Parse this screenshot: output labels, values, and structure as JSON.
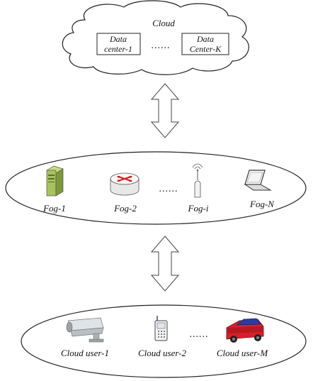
{
  "cloud": {
    "title": "Cloud",
    "dc1_line1": "Data",
    "dc1_line2": "center-1",
    "dcK_line1": "Data",
    "dcK_line2": "Center-K",
    "ellipsis": "......"
  },
  "fog": {
    "nodes": [
      {
        "label": "Fog-1",
        "icon": "server-icon"
      },
      {
        "label": "Fog-2",
        "icon": "router-icon"
      },
      {
        "label": "Fog-i",
        "icon": "access-point-icon"
      },
      {
        "label": "Fog-N",
        "icon": "laptop-icon"
      }
    ],
    "ellipsis": "......"
  },
  "users": {
    "nodes": [
      {
        "label": "Cloud user-1",
        "icon": "camera-icon"
      },
      {
        "label": "Cloud user-2",
        "icon": "phone-icon"
      },
      {
        "label": "Cloud user-M",
        "icon": "car-icon"
      }
    ],
    "ellipsis": "......"
  },
  "colors": {
    "stroke": "#222222",
    "server": "#a8c35a",
    "router_arrows": "#d62020",
    "car": "#d8202a",
    "car_roof": "#2a3aa8"
  }
}
